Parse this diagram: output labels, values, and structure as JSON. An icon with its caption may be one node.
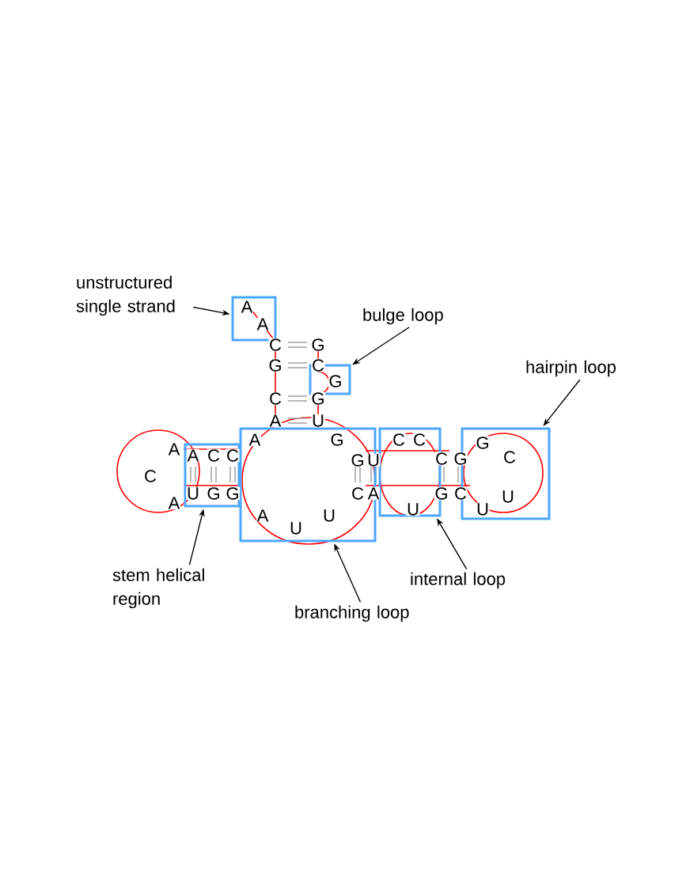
{
  "diagram": {
    "nodes": [
      {
        "text": [
          "unstructured single strand"
        ]
      },
      {
        "text": [],
        "shape": "box"
      },
      {
        "text": [
          "bulge loop"
        ]
      },
      {
        "text": [],
        "shape": "box"
      },
      {
        "text": [
          "hairpin loop"
        ]
      },
      {
        "text": [],
        "shape": "box"
      },
      {
        "text": [],
        "shape": "box"
      },
      {
        "text": [
          "stem helical region"
        ]
      },
      {
        "text": [],
        "shape": "box"
      },
      {
        "text": [
          "branching loop"
        ]
      },
      {
        "text": [],
        "shape": "box"
      },
      {
        "text": [
          "internal loop"
        ]
      }
    ],
    "edges": [
      {
        "from": 0,
        "to": 1,
        "arrow": "to"
      },
      {
        "from": 2,
        "to": 3,
        "arrow": "to"
      },
      {
        "from": 4,
        "to": 5,
        "arrow": "to"
      },
      {
        "from": 7,
        "to": 6,
        "arrow": "to"
      },
      {
        "from": 9,
        "to": 8,
        "arrow": "to"
      },
      {
        "from": 11,
        "to": 10,
        "arrow": "to"
      }
    ],
    "labels": [
      "A",
      "A",
      "C",
      "G",
      "G",
      "C",
      "G",
      "C",
      "G",
      "A",
      "U",
      "A",
      "C",
      "A",
      "A",
      "C",
      "C",
      "A",
      "G",
      "G",
      "U",
      "C",
      "C",
      "C",
      "G",
      "G",
      "C",
      "U",
      "G",
      "G",
      "C",
      "A",
      "G",
      "C",
      "A",
      "U",
      "U",
      "U",
      "U",
      "U"
    ]
  }
}
